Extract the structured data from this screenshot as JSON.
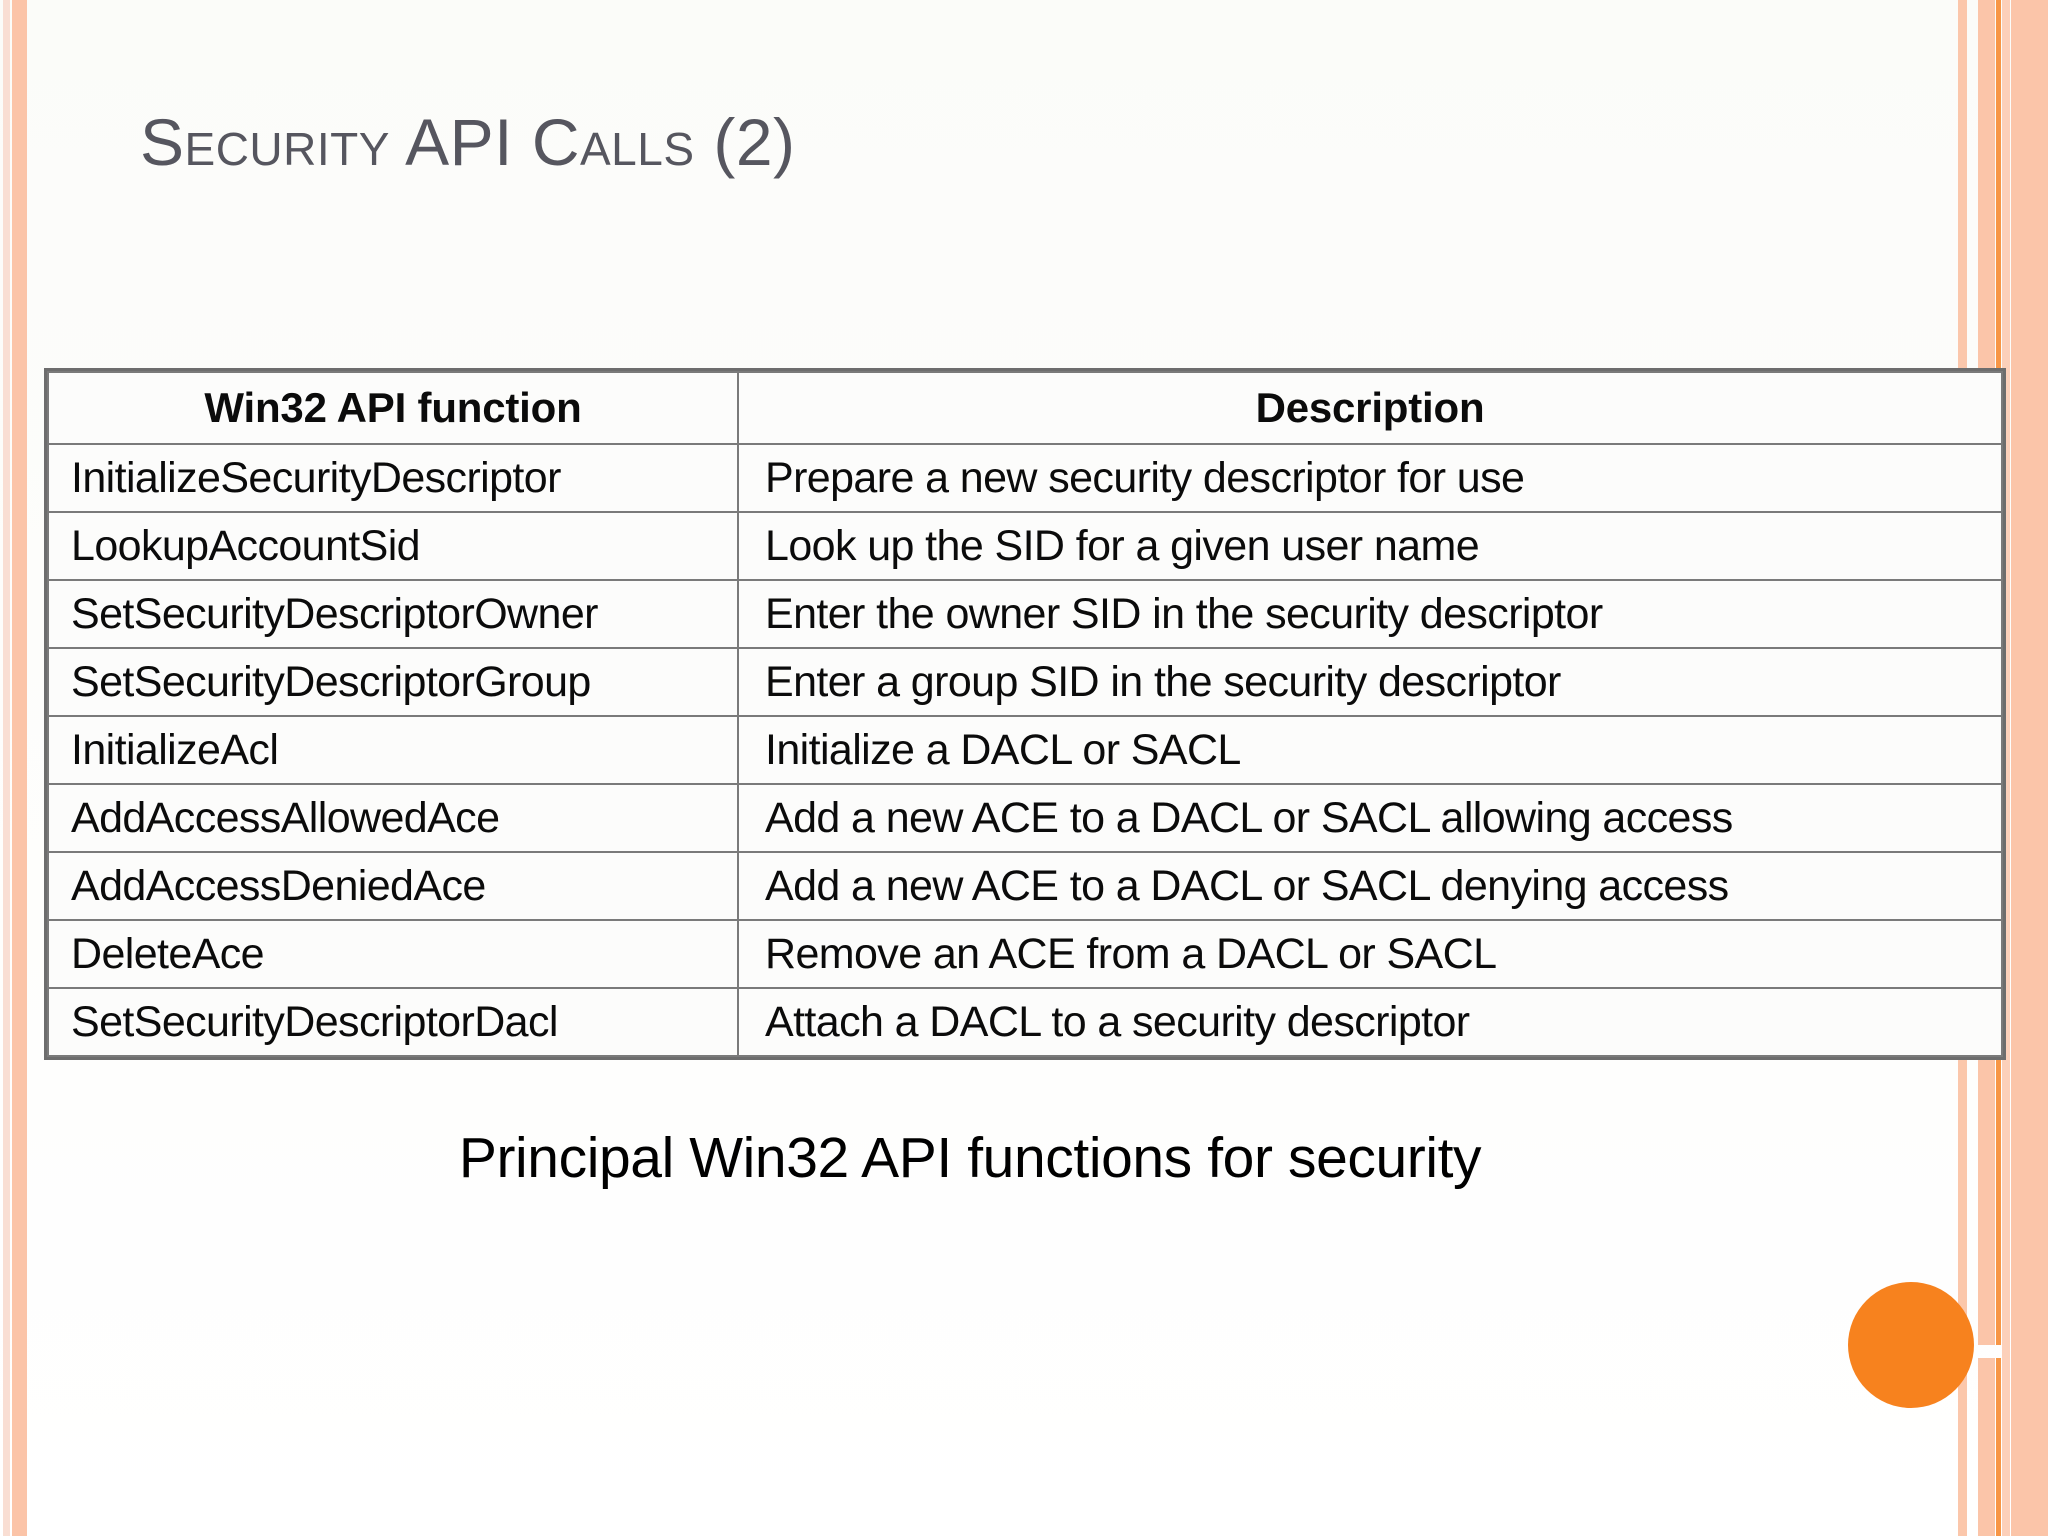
{
  "slide": {
    "title": "Security API Calls (2)",
    "caption": "Principal Win32 API functions for security",
    "colors": {
      "title_text": "#56565f",
      "accent_orange": "#f7821e",
      "stripe_salmon": "#fbc5a9",
      "stripe_pale": "#f9ded3",
      "stripe_orange_line": "#f79646",
      "table_border": "#6d6d6d",
      "body_text": "#0b0b0b"
    }
  },
  "table": {
    "headers": [
      "Win32 API function",
      "Description"
    ],
    "rows": [
      {
        "function": "InitializeSecurityDescriptor",
        "description": "Prepare a new security descriptor for use"
      },
      {
        "function": "LookupAccountSid",
        "description": "Look up the SID for a given user name"
      },
      {
        "function": "SetSecurityDescriptorOwner",
        "description": "Enter the owner SID in the security descriptor"
      },
      {
        "function": "SetSecurityDescriptorGroup",
        "description": "Enter a group SID in the security descriptor"
      },
      {
        "function": "InitializeAcl",
        "description": "Initialize a DACL or SACL"
      },
      {
        "function": "AddAccessAllowedAce",
        "description": "Add a new ACE to a DACL or SACL allowing access"
      },
      {
        "function": "AddAccessDeniedAce",
        "description": "Add a new ACE to a DACL or SACL denying access"
      },
      {
        "function": "DeleteAce",
        "description": "Remove an ACE from a DACL or SACL"
      },
      {
        "function": "SetSecurityDescriptorDacl",
        "description": "Attach a DACL to a security descriptor"
      }
    ]
  }
}
